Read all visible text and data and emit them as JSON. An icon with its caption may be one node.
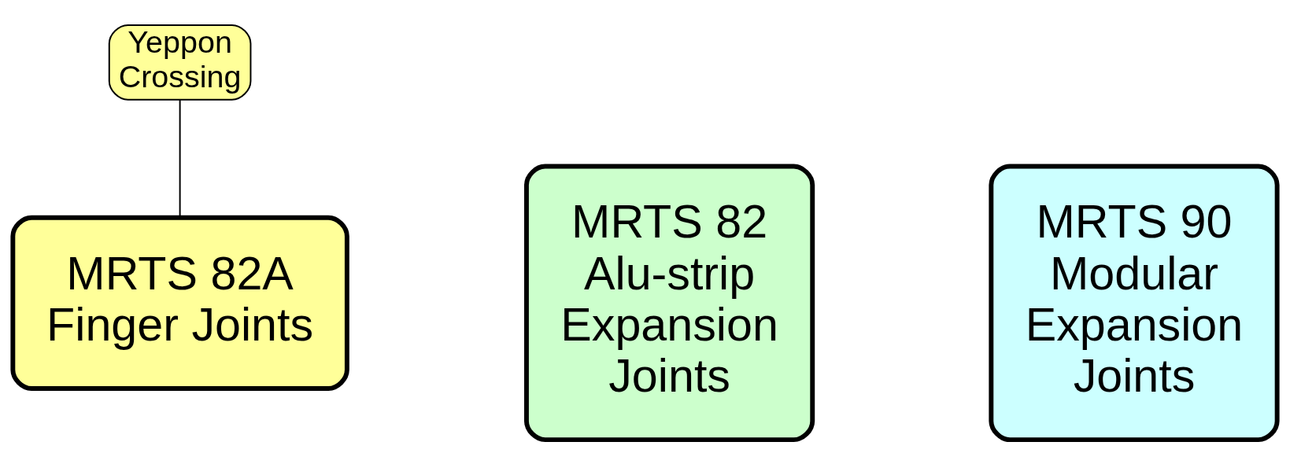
{
  "diagram": {
    "nodes": [
      {
        "text": [
          "Yeppon Crossing"
        ]
      },
      {
        "text": [
          "MRTS 82 Alu-strip Expansion Joints"
        ]
      },
      {
        "text": [
          "MRTS 82A Finger Joints"
        ]
      },
      {
        "text": [
          "MRTS 90 Modular Expansion Joints"
        ]
      }
    ],
    "edges": [
      {
        "from": 0,
        "to": 2,
        "arrow": "none"
      }
    ]
  }
}
